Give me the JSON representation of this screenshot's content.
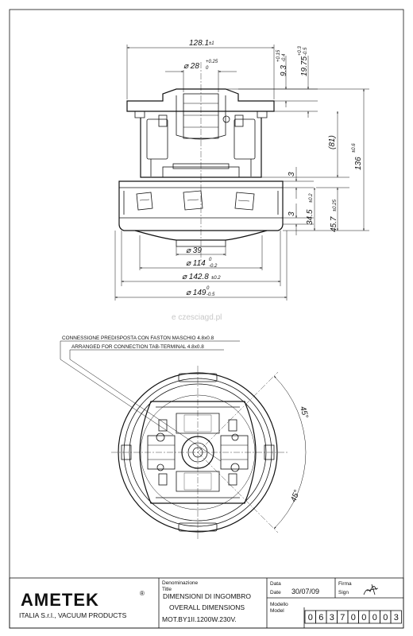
{
  "watermark": "e czesciagd.pl",
  "side_view": {
    "dims": {
      "width_top": "128.1",
      "width_top_tol": "±1",
      "shaft_dia": "⌀ 28",
      "shaft_dia_tol_up": "+0.25",
      "shaft_dia_tol_low": "0",
      "h_9_3": "9.3",
      "h_9_3_tol_up": "+0.15",
      "h_9_3_tol_low": "-0.4",
      "h_19_75": "19.75",
      "h_19_75_tol_up": "+0.3",
      "h_19_75_tol_low": "-0.5",
      "h_81": "(81)",
      "h_136": "136",
      "h_136_tol": "±0.6",
      "h_3_upper": "3",
      "h_3_lower": "3",
      "h_34_5": "34.5",
      "h_34_5_tol": "±0.2",
      "h_45_7": "45.7",
      "h_45_7_tol": "±0.25",
      "dia_39": "⌀ 39",
      "dia_114": "⌀ 114",
      "dia_114_tol_up": "0",
      "dia_114_tol_low": "-0.2",
      "dia_142_8": "⌀ 142.8",
      "dia_142_8_tol": "±0.2",
      "dia_149": "⌀ 149",
      "dia_149_tol_up": "0",
      "dia_149_tol_low": "-0.5"
    }
  },
  "top_view": {
    "note_it": "CONNESSIONE PREDISPOSTA CON FASTON MASCHIO 4.8x0.8",
    "note_en": "ARRANGED FOR CONNECTION TAB-TERMINAL 4.8x0.8",
    "angle_upper": "45°",
    "angle_lower": "45°"
  },
  "title_block": {
    "logo": "AMETEK",
    "logo_mark": "®",
    "company": "ITALIA S.r.l., VACUUM PRODUCTS",
    "denominazione_label": "Denominazione",
    "title_label": "Title",
    "title_it": "DIMENSIONI DI INGOMBRO",
    "title_en": "OVERALL DIMENSIONS",
    "model_desc": "MOT.BY1II.1200W.230V.",
    "data_label": "Data",
    "date_label": "Date",
    "date_value": "30/07/09",
    "firma_label": "Firma",
    "sign_label": "Sign",
    "modello_label": "Modello",
    "model_label": "Model",
    "model_digits": [
      "0",
      "6",
      "3",
      "7",
      "0",
      "0",
      "0",
      "0",
      "3"
    ]
  }
}
